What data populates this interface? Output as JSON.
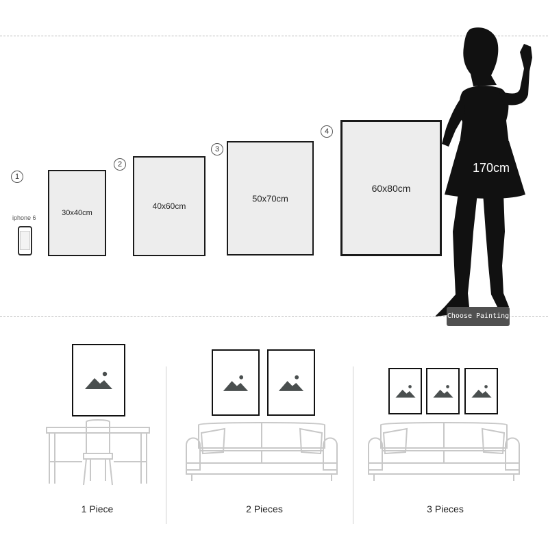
{
  "sizes": [
    {
      "number": "1",
      "label": "30x40cm"
    },
    {
      "number": "2",
      "label": "40x60cm"
    },
    {
      "number": "3",
      "label": "50x70cm"
    },
    {
      "number": "4",
      "label": "60x80cm"
    }
  ],
  "phone": {
    "label": "iphone 6"
  },
  "person": {
    "height": "170cm"
  },
  "choose_button": {
    "label": "Choose Painting"
  },
  "options": [
    {
      "label": "1 Piece"
    },
    {
      "label": "2 Pieces"
    },
    {
      "label": "3 Pieces"
    }
  ],
  "colors": {
    "frame": "#1a1a1a",
    "canvas": "#ededed",
    "silhouette": "#111111",
    "button": "#505050",
    "mountain": "#4a4f4f",
    "furniture": "#c8c8c8"
  }
}
